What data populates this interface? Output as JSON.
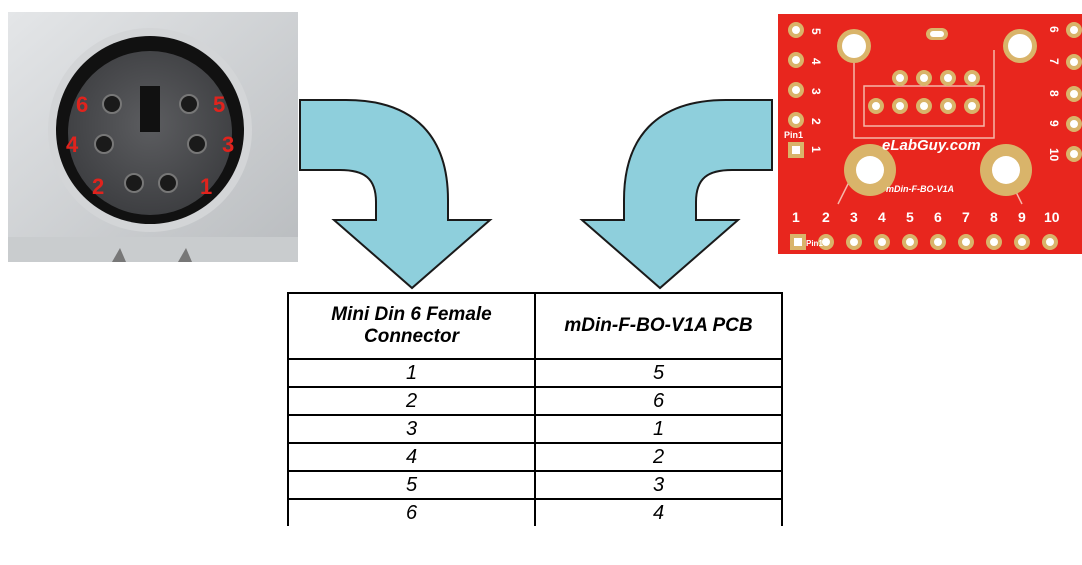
{
  "connector_photo": {
    "pin_labels": [
      "6",
      "5",
      "4",
      "3",
      "2",
      "1"
    ],
    "label_color": "#e0231d"
  },
  "pcb_photo": {
    "board_color": "#e8261e",
    "top_pin_numbers": [
      "1",
      "2",
      "3",
      "4",
      "5",
      "6",
      "7",
      "8",
      "9",
      "10"
    ],
    "left_side_numbers": [
      "5",
      "4",
      "3",
      "2",
      "1"
    ],
    "right_side_numbers": [
      "6",
      "7",
      "8",
      "9",
      "10"
    ],
    "pin1_label": "Pin1",
    "brand_text": "eLabGuy.com",
    "model_text": "mDin-F-BO-V1A"
  },
  "arrow_color": "#8ecfdc",
  "table": {
    "headers": [
      "Mini Din 6 Female Connector",
      "mDin-F-BO-V1A PCB"
    ],
    "rows": [
      [
        "1",
        "5"
      ],
      [
        "2",
        "6"
      ],
      [
        "3",
        "1"
      ],
      [
        "4",
        "2"
      ],
      [
        "5",
        "3"
      ],
      [
        "6",
        "4"
      ]
    ]
  }
}
